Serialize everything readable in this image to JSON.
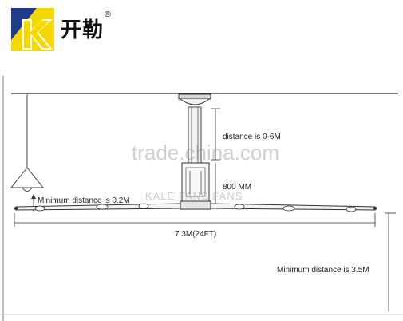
{
  "brand": {
    "name": "开勒",
    "mark": "®",
    "logo_letter": "K",
    "colors": {
      "yellow": "#F5D800",
      "blue": "#1F3C8A"
    }
  },
  "watermark": "trade.china.com",
  "faded_text": "KALE FANS FANS",
  "labels": {
    "distance": "distance is 0-6M",
    "height": "800 MM",
    "min_top": "Minimum distance is 0.2M",
    "span": "7.3M(24FT)",
    "min_floor": "Minimum distance is 3.5M"
  }
}
